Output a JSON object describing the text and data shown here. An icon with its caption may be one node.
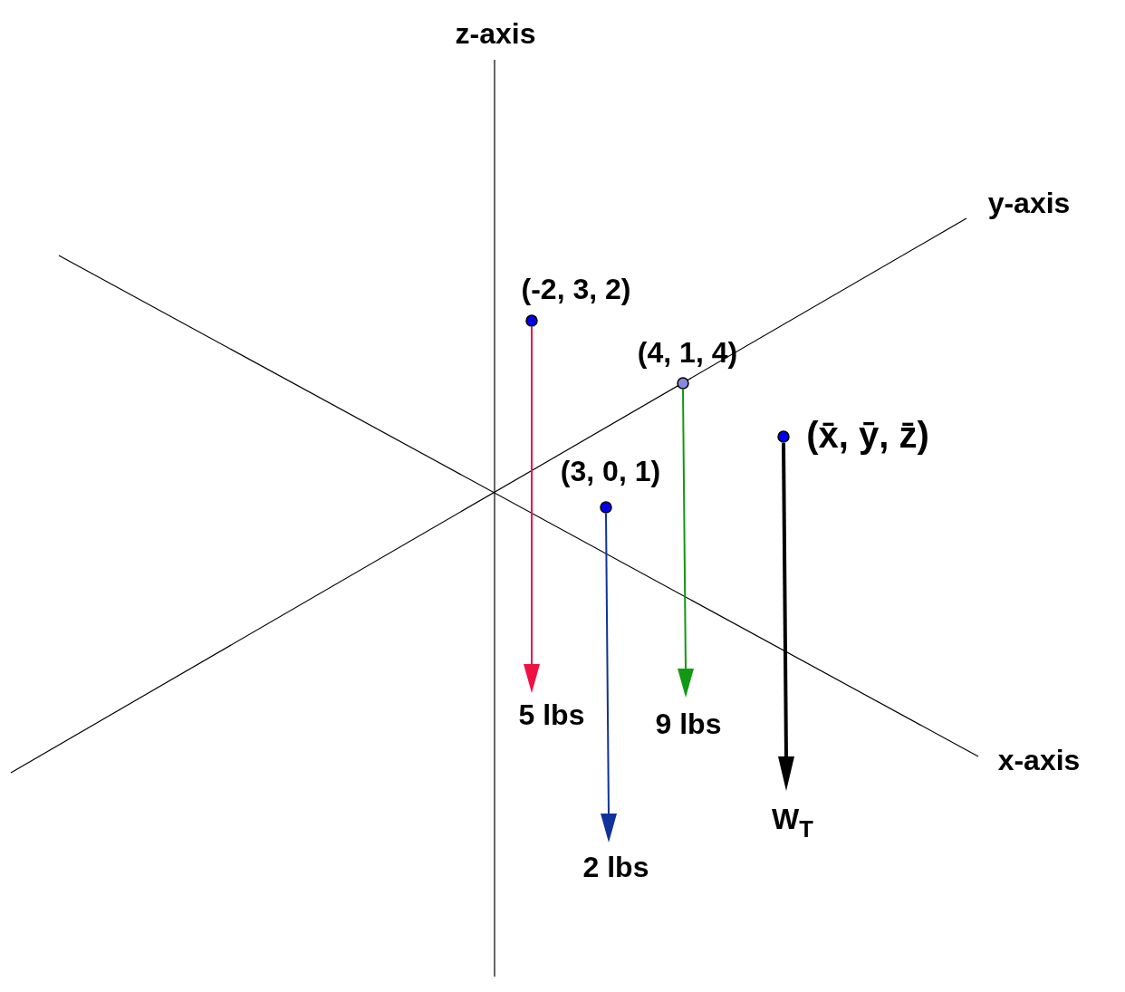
{
  "diagram": {
    "nodes": [
      {
        "text": [],
        "shape": "circle",
        "beside": [
          "(-2, 3, 2)"
        ]
      },
      {
        "text": [],
        "shape": "circle",
        "beside": [
          "(4, 1, 4)"
        ]
      },
      {
        "text": [],
        "shape": "circle",
        "beside": [
          "(x̄, ȳ, z̄)"
        ]
      },
      {
        "text": [],
        "shape": "circle",
        "beside": [
          "(3, 0, 1)"
        ]
      }
    ],
    "labels": [
      "z-axis",
      "y-axis",
      "5 lbs",
      "9 lbs",
      "x-axis",
      "W$_{T}$",
      "2 lbs"
    ]
  }
}
